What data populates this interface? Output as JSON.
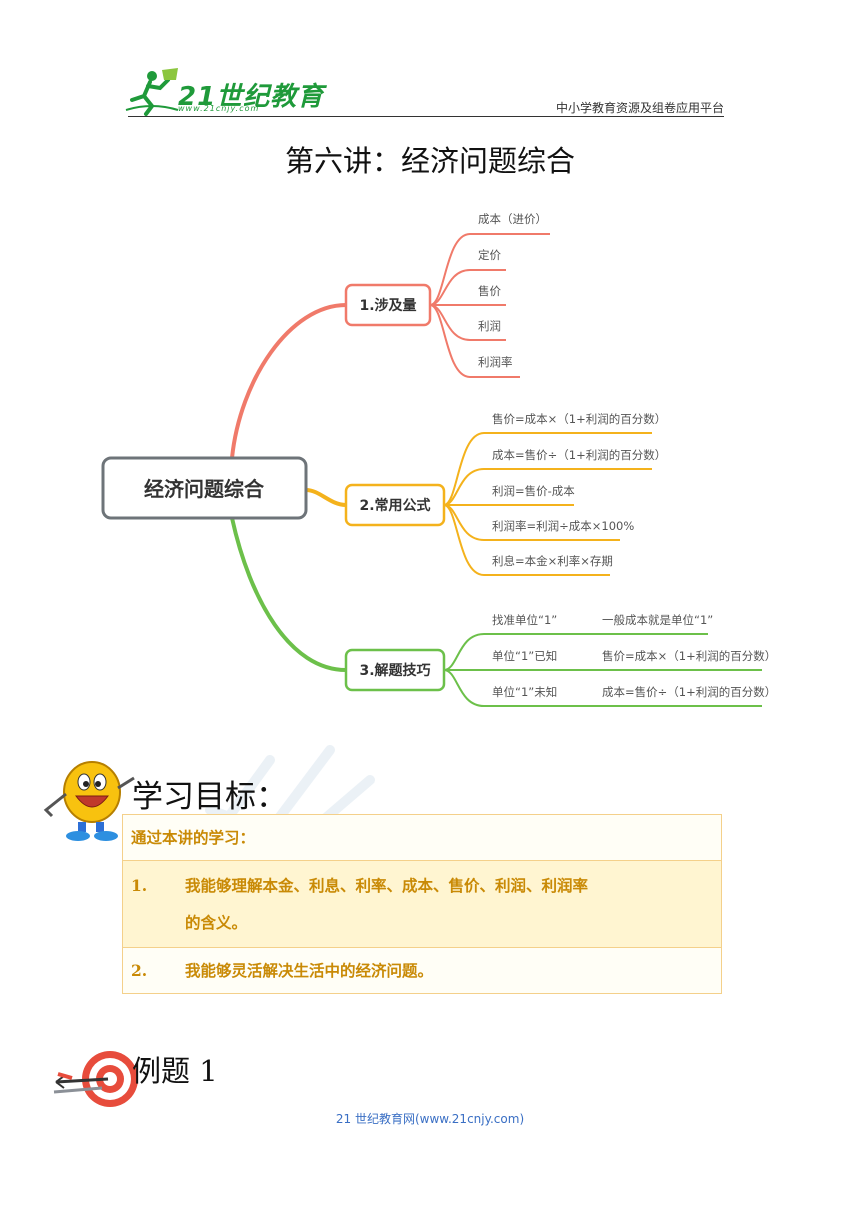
{
  "header": {
    "logo_text": "21世纪教育",
    "logo_url": "www.21cnjy.com",
    "platform": "中小学教育资源及组卷应用平台"
  },
  "title": "第六讲：经济问题综合",
  "mindmap": {
    "root": "经济问题综合",
    "branches": [
      {
        "label": "1.涉及量",
        "color": "#f07a6a",
        "items": [
          "成本（进价）",
          "定价",
          "售价",
          "利润",
          "利润率"
        ]
      },
      {
        "label": "2.常用公式",
        "color": "#f4b21c",
        "items": [
          "售价=成本×（1+利润的百分数）",
          "成本=售价÷（1+利润的百分数）",
          "利润=售价-成本",
          "利润率=利润÷成本×100%",
          "利息=本金×利率×存期"
        ]
      },
      {
        "label": "3.解题技巧",
        "color": "#6cc04a",
        "items": [
          {
            "left": "找准单位“1”",
            "right": "一般成本就是单位“1”"
          },
          {
            "left": "单位“1”已知",
            "right": "售价=成本×（1+利润的百分数）"
          },
          {
            "left": "单位“1”未知",
            "right": "成本=售价÷（1+利润的百分数）"
          }
        ]
      }
    ]
  },
  "objectives": {
    "title": "学习目标：",
    "intro": "通过本讲的学习：",
    "items": [
      {
        "num": "1.",
        "line1": "我能够理解本金、利息、利率、成本、售价、利润、利润率",
        "line2": "的含义。"
      },
      {
        "num": "2.",
        "line1": "我能够灵活解决生活中的经济问题。"
      }
    ]
  },
  "example": {
    "title": "例题 1"
  },
  "footer": "21 世纪教育网(www.21cnjy.com)"
}
